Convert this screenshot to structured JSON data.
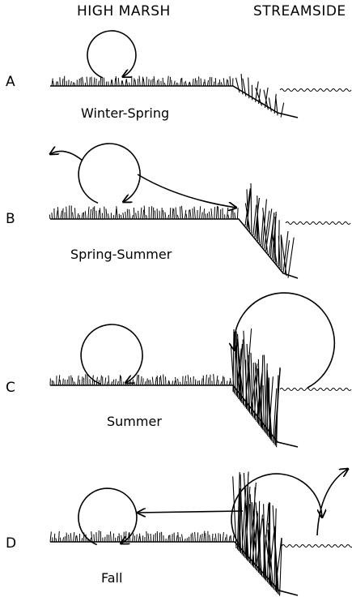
{
  "headers": {
    "high_marsh": "HIGH MARSH",
    "streamside": "STREAMSIDE"
  },
  "panels": [
    {
      "letter": "A",
      "season": "Winter-Spring"
    },
    {
      "letter": "B",
      "season": "Spring-Summer"
    },
    {
      "letter": "C",
      "season": "Summer"
    },
    {
      "letter": "D",
      "season": "Fall"
    }
  ]
}
